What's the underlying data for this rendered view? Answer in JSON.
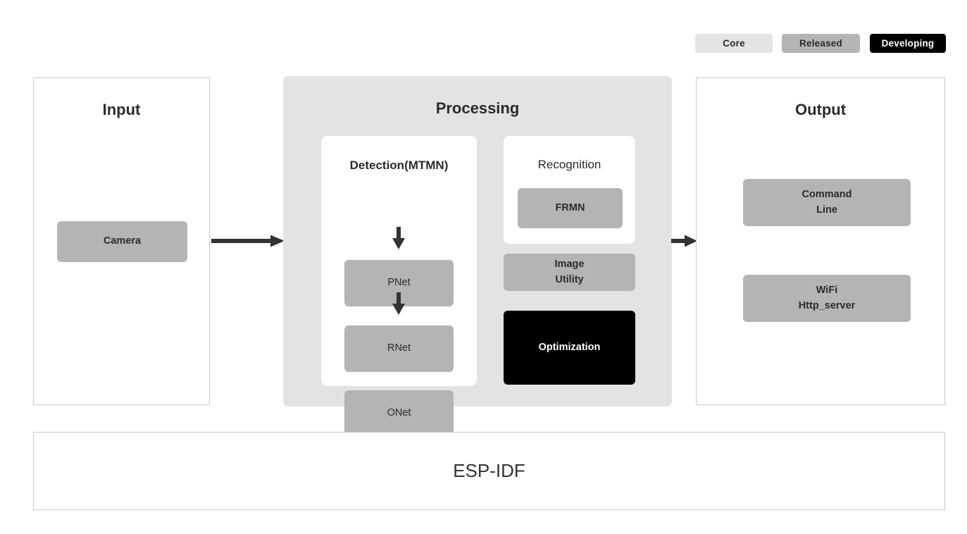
{
  "legend": {
    "items": [
      {
        "label": "Core",
        "bg": "#e4e4e4",
        "fg": "#2b2b2b"
      },
      {
        "label": "Released",
        "bg": "#b4b4b4",
        "fg": "#2b2b2b"
      },
      {
        "label": "Developing",
        "bg": "#000000",
        "fg": "#ffffff"
      }
    ]
  },
  "input": {
    "title": "Input",
    "nodes": [
      {
        "label": "Camera",
        "status": "Released"
      }
    ]
  },
  "processing": {
    "title": "Processing",
    "detection": {
      "title": "Detection(MTMN)",
      "nodes": [
        {
          "label": "PNet",
          "status": "Released"
        },
        {
          "label": "RNet",
          "status": "Released"
        },
        {
          "label": "ONet",
          "status": "Released"
        }
      ]
    },
    "recognition": {
      "title": "Recognition",
      "nodes": [
        {
          "label": "FRMN",
          "status": "Released"
        }
      ]
    },
    "extras": [
      {
        "label_line1": "Image",
        "label_line2": "Utility",
        "status": "Released"
      },
      {
        "label_line1": "Optimization",
        "label_line2": "",
        "status": "Developing"
      }
    ]
  },
  "output": {
    "title": "Output",
    "nodes": [
      {
        "label_line1": "Command",
        "label_line2": "Line",
        "status": "Released"
      },
      {
        "label_line1": "WiFi",
        "label_line2": "Http_server",
        "status": "Released"
      }
    ]
  },
  "foundation": {
    "label": "ESP-IDF"
  },
  "arrows": [
    {
      "from": "Input",
      "to": "Processing",
      "direction": "right"
    },
    {
      "from": "Processing",
      "to": "Output",
      "direction": "right"
    },
    {
      "from": "PNet",
      "to": "RNet",
      "direction": "down"
    },
    {
      "from": "RNet",
      "to": "ONet",
      "direction": "down"
    }
  ],
  "colors": {
    "core": "#e4e4e4",
    "released": "#b4b4b4",
    "developing": "#000000",
    "panel_border": "#c9c9c9",
    "processing_bg": "#e3e3e3",
    "text": "#2b2b2b",
    "arrow": "#333333"
  }
}
